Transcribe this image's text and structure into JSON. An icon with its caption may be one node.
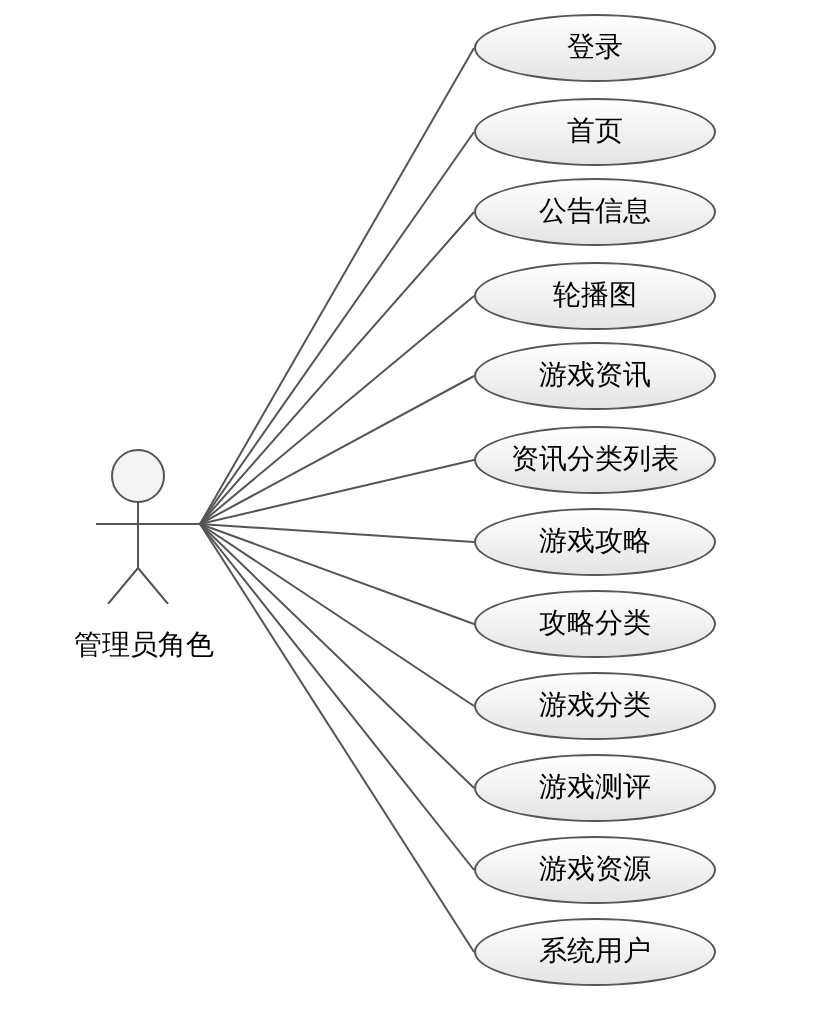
{
  "diagram": {
    "nodes": [
      {
        "text": [
          "管理员角色"
        ]
      },
      {
        "text": [
          "登录"
        ]
      },
      {
        "text": [
          "首页"
        ]
      },
      {
        "text": [
          "公告信息"
        ]
      },
      {
        "text": [
          "轮播图"
        ]
      },
      {
        "text": [
          "游戏资讯"
        ]
      },
      {
        "text": [
          "资讯分类列表"
        ]
      },
      {
        "text": [
          "游戏攻略"
        ]
      },
      {
        "text": [
          "攻略分类"
        ]
      },
      {
        "text": [
          "游戏分类"
        ]
      },
      {
        "text": [
          "游戏测评"
        ]
      },
      {
        "text": [
          "游戏资源"
        ]
      },
      {
        "text": [
          "系统用户"
        ]
      }
    ],
    "edges": [
      {
        "from": 0,
        "to": 1,
        "arrow": "none"
      },
      {
        "from": 0,
        "to": 2,
        "arrow": "none"
      },
      {
        "from": 0,
        "to": 3,
        "arrow": "none"
      },
      {
        "from": 0,
        "to": 4,
        "arrow": "none"
      },
      {
        "from": 0,
        "to": 5,
        "arrow": "none"
      },
      {
        "from": 0,
        "to": 6,
        "arrow": "none"
      },
      {
        "from": 0,
        "to": 7,
        "arrow": "none"
      },
      {
        "from": 0,
        "to": 8,
        "arrow": "none"
      },
      {
        "from": 0,
        "to": 9,
        "arrow": "none"
      },
      {
        "from": 0,
        "to": 10,
        "arrow": "none"
      },
      {
        "from": 0,
        "to": 11,
        "arrow": "none"
      },
      {
        "from": 0,
        "to": 12,
        "arrow": "none"
      }
    ]
  }
}
